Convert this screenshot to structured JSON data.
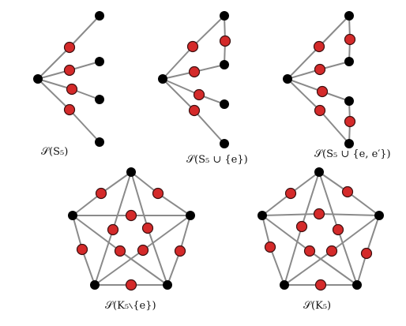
{
  "colors": {
    "original_vertex": "#000000",
    "subdivision_vertex": "#d42a2a",
    "edge": "#8a8a8a",
    "background": "#ffffff"
  },
  "panels": [
    {
      "id": "s-s5",
      "caption": "𝒮(S₅)"
    },
    {
      "id": "s-s5-e",
      "caption": "𝒮(S₅ ∪ {e})"
    },
    {
      "id": "s-s5-ee",
      "caption": "𝒮(S₅ ∪ {e, e′})"
    },
    {
      "id": "s-k5-minus-e",
      "caption": "𝒮(K₅∖{e})"
    },
    {
      "id": "s-k5",
      "caption": "𝒮(K₅)"
    }
  ]
}
